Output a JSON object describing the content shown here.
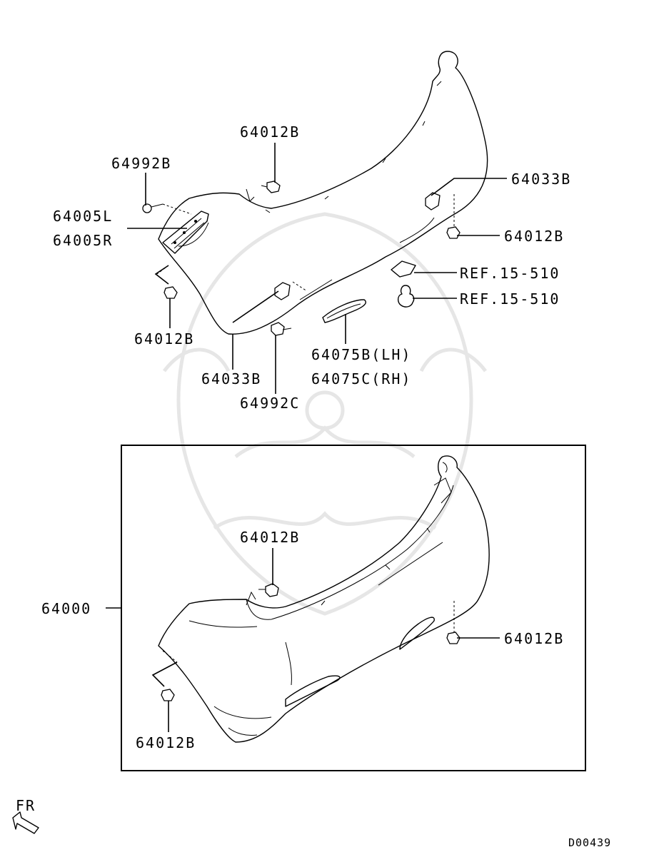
{
  "diagram": {
    "labels": {
      "top_clip_upper": "64012B",
      "screw_upper": "64992B",
      "bracket_l": "64005L",
      "bracket_r": "64005R",
      "retainer_right": "64033B",
      "clip_right_upper": "64012B",
      "ref_1": "REF.15-510",
      "ref_2": "REF.15-510",
      "clip_left_upper": "64012B",
      "retainer_center": "64033B",
      "reflector_lh": "64075B(LH)",
      "reflector_rh": "64075C(RH)",
      "screw_lower": "64992C",
      "bumper_assy": "64000",
      "clip_top_lower": "64012B",
      "clip_right_lower": "64012B",
      "clip_left_lower": "64012B"
    },
    "direction_label": "FR",
    "diagram_code": "D00439"
  }
}
